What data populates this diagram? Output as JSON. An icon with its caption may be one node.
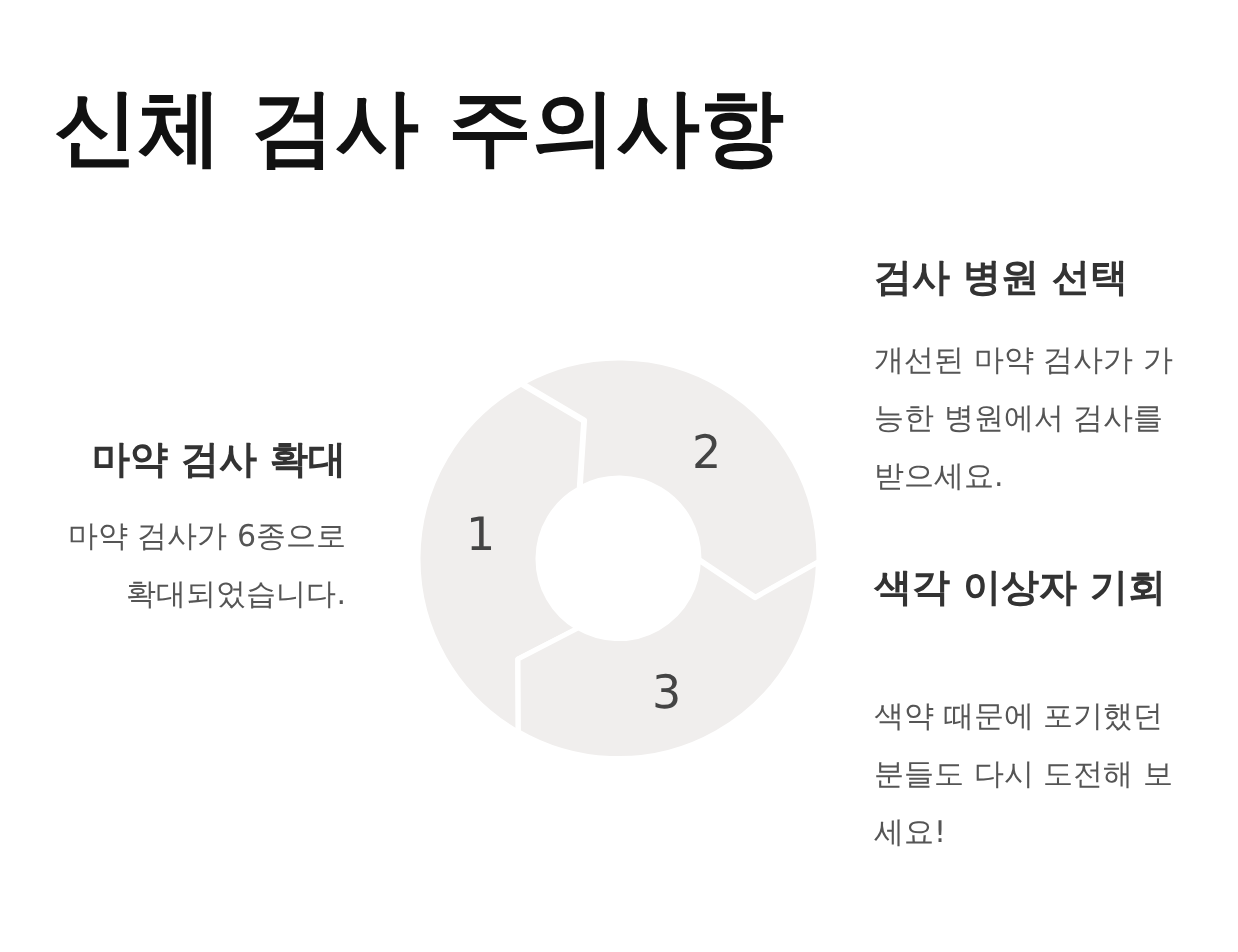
{
  "diagram": {
    "title": "신체 검사 주의사항",
    "nodes": [
      {
        "text": [
          "1"
        ],
        "beside": [
          "마약 검사 확대",
          "마약 검사가 6종으로 확대되었습니다."
        ]
      },
      {
        "text": [
          "2"
        ],
        "beside": [
          "검사 병원 선택",
          "개선된 마약 검사가 가능한 병원에서 검사를 받으세요."
        ]
      },
      {
        "text": [
          "3"
        ],
        "beside": [
          "색각 이상자 기회",
          "색약 때문에 포기했던 분들도 다시 도전해 보세요!"
        ]
      }
    ],
    "edges": []
  }
}
